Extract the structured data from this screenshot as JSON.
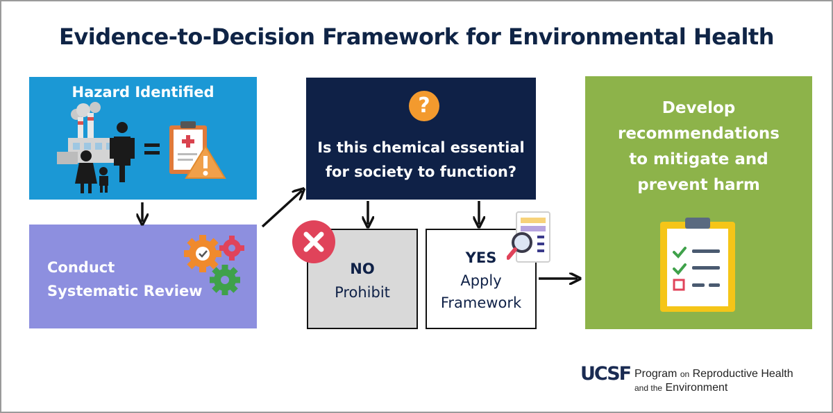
{
  "title": "Evidence-to-Decision Framework for Environmental Health",
  "hazard": {
    "title": "Hazard Identified",
    "equals": "="
  },
  "review": {
    "line1": "Conduct",
    "line2": "Systematic Review"
  },
  "question": {
    "icon_glyph": "?",
    "line1": "Is this chemical essential",
    "line2": "for society to function?"
  },
  "no_option": {
    "heading": "NO",
    "label": "Prohibit"
  },
  "yes_option": {
    "heading": "YES",
    "line1": "Apply",
    "line2": "Framework"
  },
  "outcome": {
    "line1": "Develop",
    "line2": "recommendations",
    "line3": "to mitigate and",
    "line4": "prevent harm"
  },
  "logo": {
    "mark": "UCSF",
    "line1_small": "on",
    "line1_a": "Program",
    "line1_b": "Reproductive Health",
    "line2_a": "and the",
    "line2_b": "Environment"
  },
  "colors": {
    "title": "#0f2446",
    "hazard": "#1b98d5",
    "review": "#8d8fdf",
    "question": "#0f2147",
    "no_box": "#d9d9d9",
    "outcome": "#8db34a",
    "question_icon": "#f39a2e",
    "reject_icon": "#e0435a"
  },
  "icons": [
    "factory-icon",
    "worker-icon",
    "family-icon",
    "clipboard-medical-icon",
    "warning-icon",
    "gears-icon",
    "question-icon",
    "reject-x-icon",
    "magnifier-document-icon",
    "checklist-clipboard-icon"
  ]
}
